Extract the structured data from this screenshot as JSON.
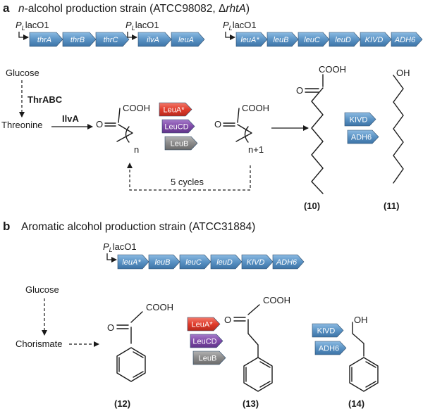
{
  "panel_a": {
    "letter": "a",
    "title_italic": "n",
    "title_rest": "-alcohol production strain (ATCC98082, Δ",
    "title_gene": "rhtA",
    "title_close": ")",
    "promoter": "P",
    "promoter_sub": "L",
    "promoter_rest": "lacO1",
    "operon1": [
      "thrA",
      "thrB",
      "thrC"
    ],
    "operon2": [
      "ilvA",
      "leuA"
    ],
    "operon3": [
      "leuA*",
      "leuB",
      "leuC",
      "leuD",
      "KIVD",
      "ADH6"
    ],
    "glucose": "Glucose",
    "thrabc": "ThrABC",
    "threonine": "Threonine",
    "ilva": "IlvA",
    "cooh": "COOH",
    "oxygen": "O",
    "n_label": "n",
    "n1_label": "n+1",
    "cycles": "5 cycles",
    "oh": "OH",
    "compounds": [
      "(10)",
      "(11)"
    ]
  },
  "panel_b": {
    "letter": "b",
    "title": "Aromatic alcohol production strain (ATCC31884)",
    "promoter": "P",
    "promoter_sub": "L",
    "promoter_rest": "lacO1",
    "operon": [
      "leuA*",
      "leuB",
      "leuC",
      "leuD",
      "KIVD",
      "ADH6"
    ],
    "glucose": "Glucose",
    "chorismate": "Chorismate",
    "cooh": "COOH",
    "oxygen": "O",
    "oh": "OH",
    "compounds": [
      "(12)",
      "(13)",
      "(14)"
    ]
  },
  "enzymes": {
    "leua": "LeuA*",
    "leucd": "LeuCD",
    "leub": "LeuB",
    "kivd": "KIVD",
    "adh6": "ADH6"
  },
  "colors": {
    "gene_blue": "#5b93c4",
    "leua_red": "#e03c2c",
    "leucd_purple": "#7f4aa8",
    "leub_gray": "#8a8a8a",
    "kivd_blue": "#5b93c4"
  }
}
